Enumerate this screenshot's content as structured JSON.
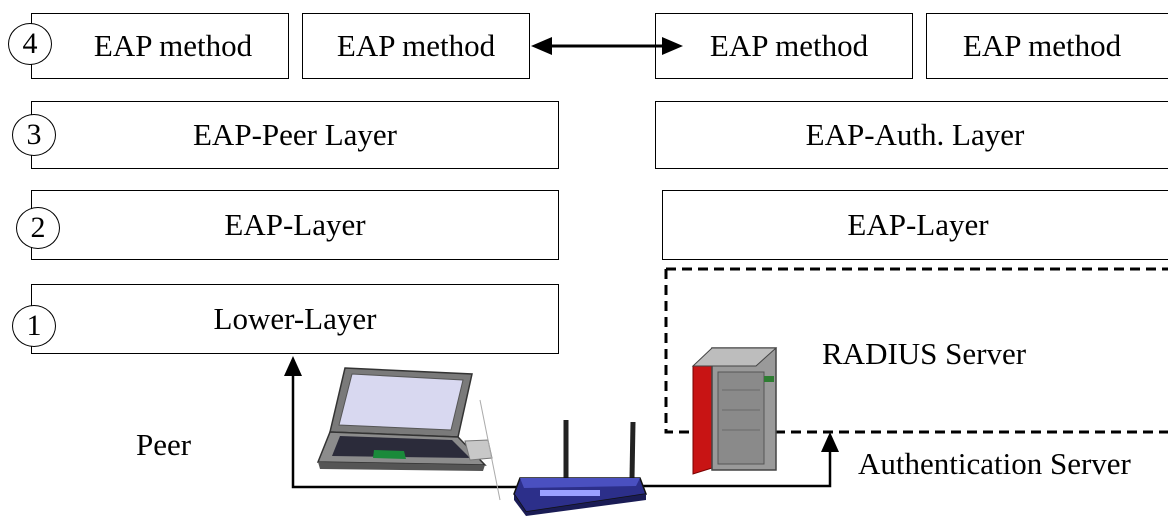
{
  "peer": {
    "layers": {
      "methods": [
        "EAP method",
        "EAP method"
      ],
      "peer_layer": "EAP-Peer Layer",
      "eap_layer": "EAP-Layer",
      "lower_layer": "Lower-Layer"
    },
    "label": "Peer"
  },
  "authenticator": {
    "methods": [
      "EAP method",
      "EAP method"
    ],
    "auth_layer": "EAP-Auth. Layer",
    "eap_layer": "EAP-Layer"
  },
  "server": {
    "radius_label": "RADIUS Server",
    "auth_server_label": "Authentication Server"
  },
  "layer_numbers": [
    "4",
    "3",
    "2",
    "1"
  ],
  "colors": {
    "line": "#000000",
    "laptop_body": "#8c8c8c",
    "laptop_screen": "#d8d8f0",
    "router_body": "#2c2f8a",
    "server_body": "#9a9a9a",
    "server_red": "#c81414"
  }
}
